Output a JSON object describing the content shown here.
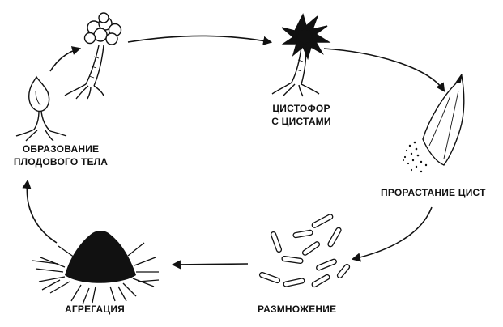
{
  "stages": [
    {
      "id": "fruiting",
      "lines": [
        "ОБРАЗОВАНИЕ",
        "ПЛОДОВОГО ТЕЛА"
      ]
    },
    {
      "id": "cystophore",
      "lines": [
        "ЦИСТОФОР",
        "С ЦИСТАМИ"
      ]
    },
    {
      "id": "germination",
      "lines": [
        "ПРОРАСТАНИЕ ЦИСТ"
      ]
    },
    {
      "id": "reproduction",
      "lines": [
        "РАЗМНОЖЕНИЕ"
      ]
    },
    {
      "id": "aggregation",
      "lines": [
        "АГРЕГАЦИЯ"
      ]
    }
  ],
  "colors": {
    "ink": "#111111",
    "background": "#ffffff"
  }
}
